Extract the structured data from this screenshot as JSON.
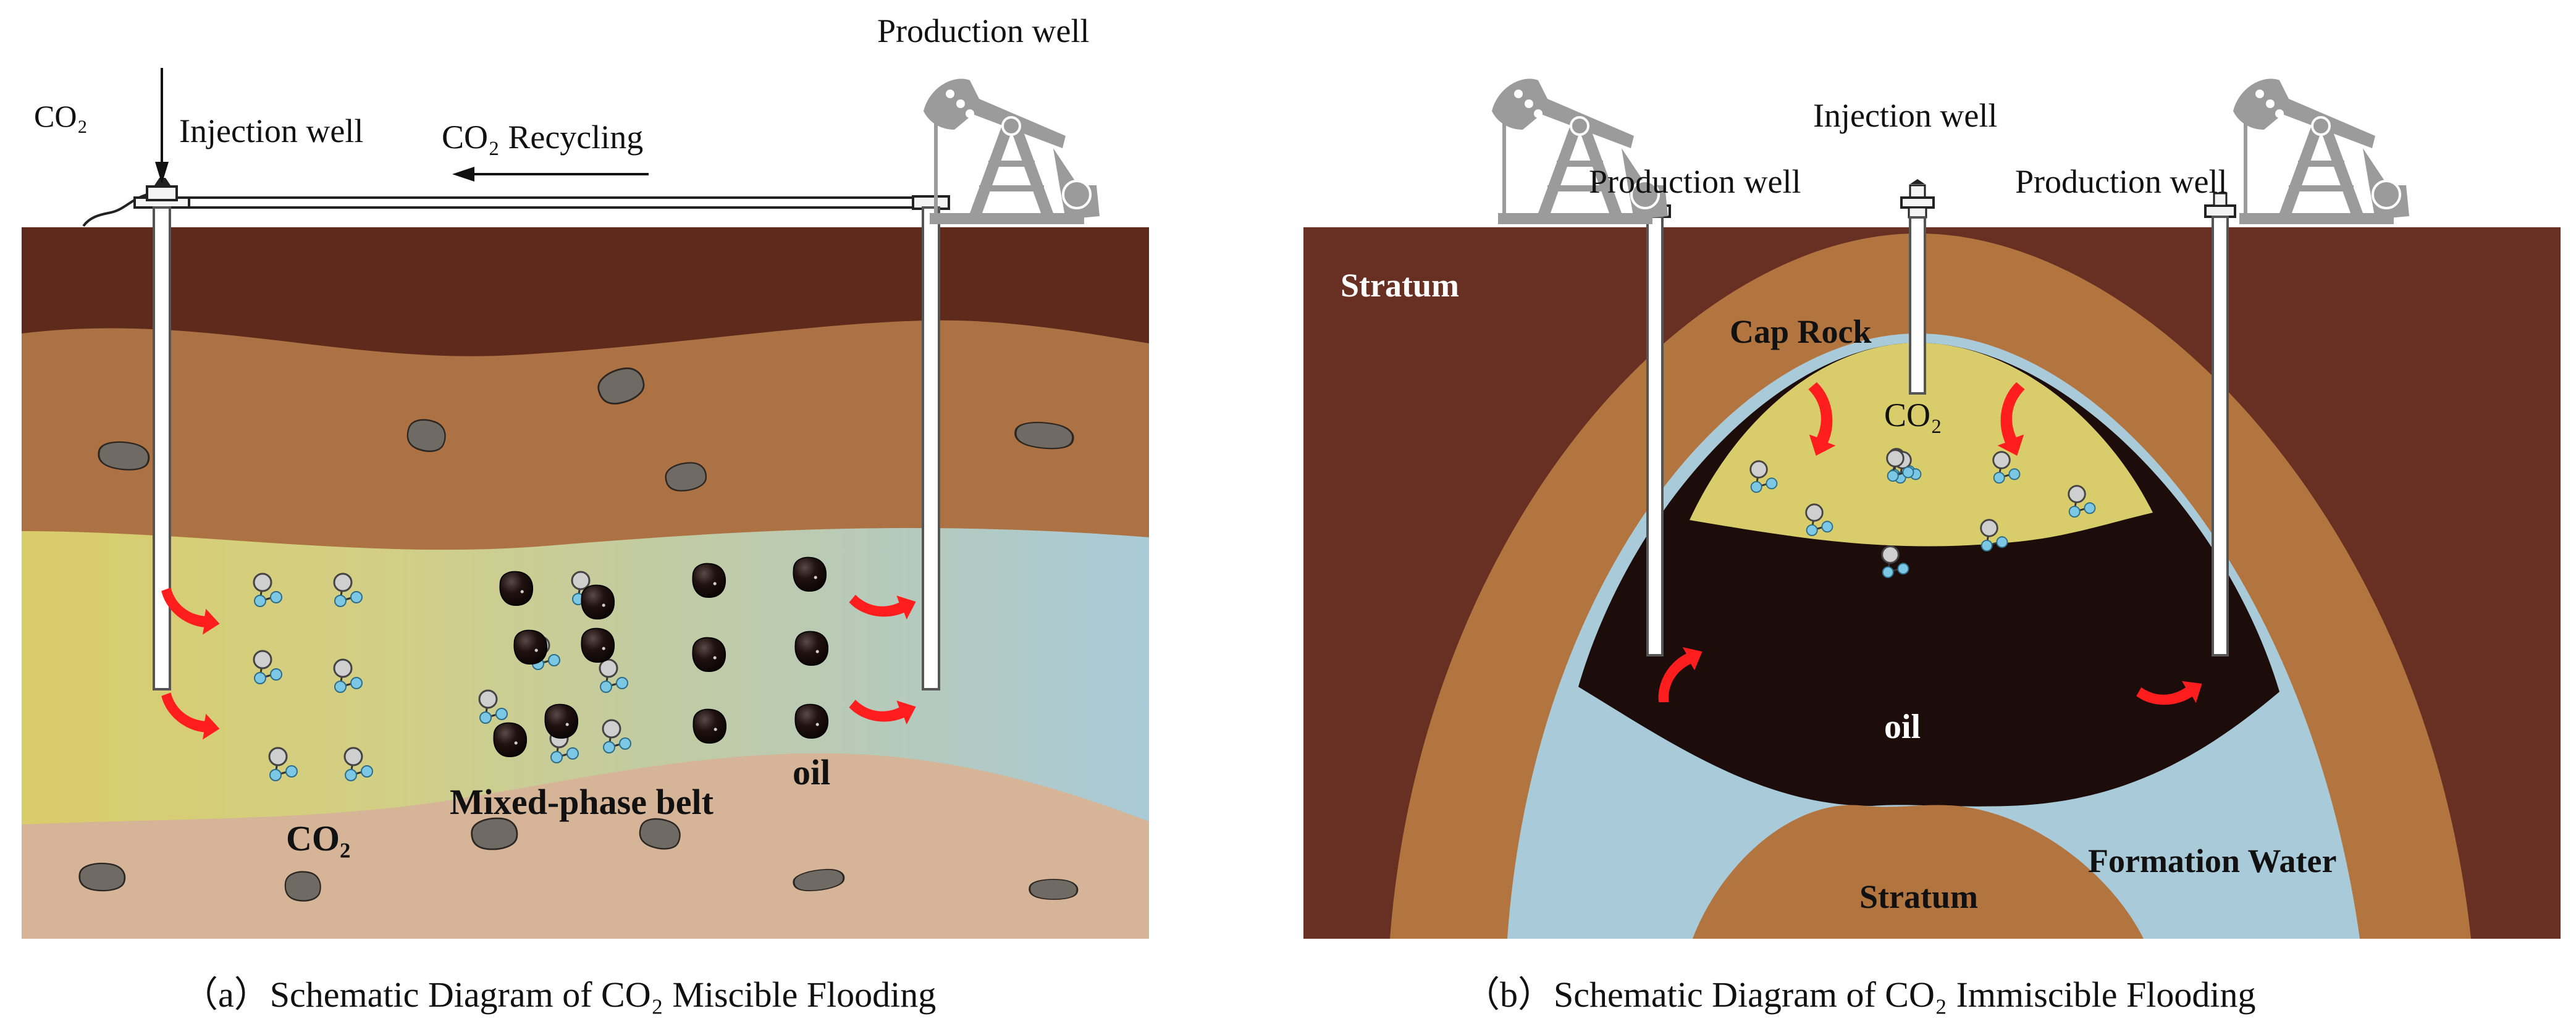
{
  "colors": {
    "dark_soil": "#5e2a1b",
    "brown_soil": "#ad7244",
    "tan_soil": "#d6b498",
    "co2_zone": "#d9cc6a",
    "water": "#a9cad8",
    "oil": "#1c0d0b",
    "stratum_b": "#682f23",
    "caprock": "#b3753f",
    "arrow": "#ff1d1d",
    "pump": "#9b9b9b",
    "molecule_grey": "#cfcfcf",
    "molecule_blue": "#7cc7e4"
  },
  "panel_a": {
    "label_co2_source": "CO₂",
    "label_injection_well": "Injection well",
    "label_recycling": "CO₂ Recycling",
    "label_production_well": "Production well",
    "label_co2_zone": "CO₂",
    "label_mixed_belt": "Mixed-phase belt",
    "label_oil": "oil",
    "caption": "（a）Schematic Diagram of CO₂ Miscible Flooding"
  },
  "panel_b": {
    "label_injection_well": "Injection well",
    "label_production_well_left": "Production well",
    "label_production_well_right": "Production well",
    "label_stratum_top": "Stratum",
    "label_cap_rock": "Cap Rock",
    "label_co2": "CO₂",
    "label_oil": "oil",
    "label_formation_water": "Formation Water",
    "label_stratum_bottom": "Stratum",
    "caption": "（b）Schematic Diagram of CO₂ Immiscible Flooding"
  },
  "icons": [
    "pump-jack-icon",
    "wellhead-icon",
    "co2-molecule-icon",
    "oil-droplet-icon",
    "flow-arrow-icon",
    "rock-icon"
  ]
}
